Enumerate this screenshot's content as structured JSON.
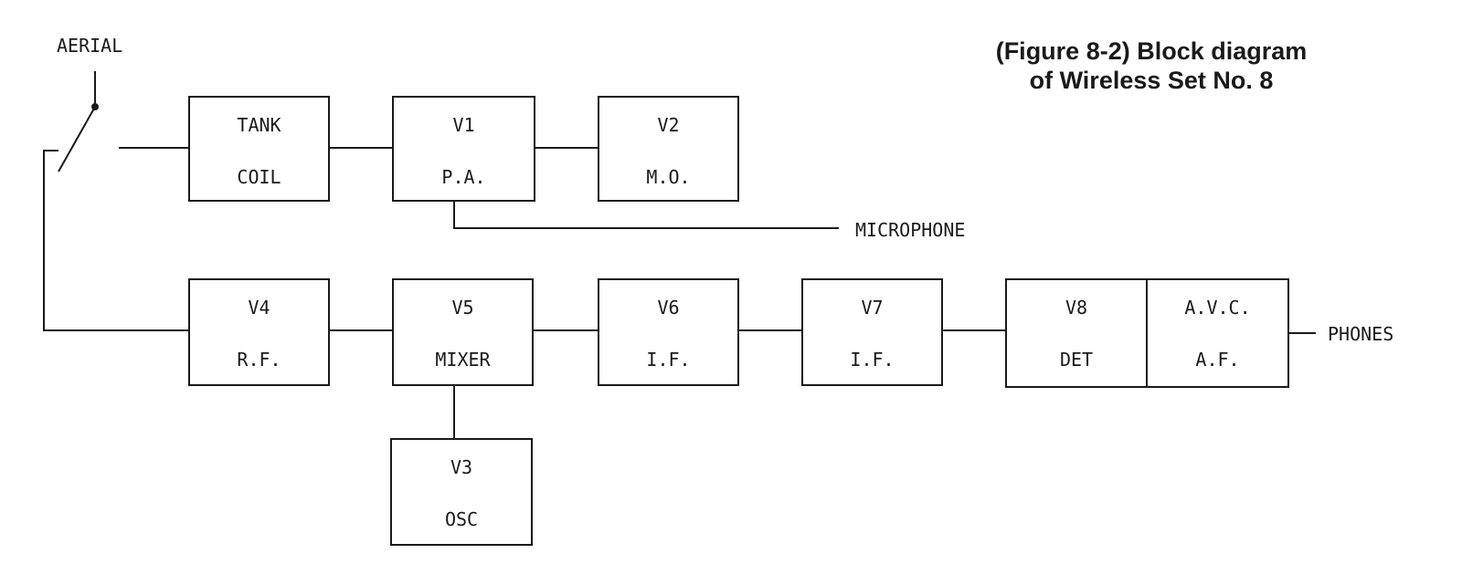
{
  "title": {
    "line1": "(Figure 8-2) Block diagram",
    "line2": "of Wireless Set No. 8"
  },
  "labels": {
    "aerial": "AERIAL",
    "microphone": "MICROPHONE",
    "phones": "PHONES"
  },
  "blocks": {
    "tank": {
      "top": "TANK",
      "bottom": "COIL"
    },
    "v1": {
      "top": "V1",
      "bottom": "P.A."
    },
    "v2": {
      "top": "V2",
      "bottom": "M.O."
    },
    "v4": {
      "top": "V4",
      "bottom": "R.F."
    },
    "v5": {
      "top": "V5",
      "bottom": "MIXER"
    },
    "v6": {
      "top": "V6",
      "bottom": "I.F."
    },
    "v7": {
      "top": "V7",
      "bottom": "I.F."
    },
    "v8": {
      "top": "V8",
      "bottom": "DET"
    },
    "avc": {
      "top": "A.V.C.",
      "bottom": "A.F."
    },
    "v3": {
      "top": "V3",
      "bottom": "OSC"
    }
  },
  "colors": {
    "ink": "#1a1a1a",
    "background": "#ffffff"
  }
}
